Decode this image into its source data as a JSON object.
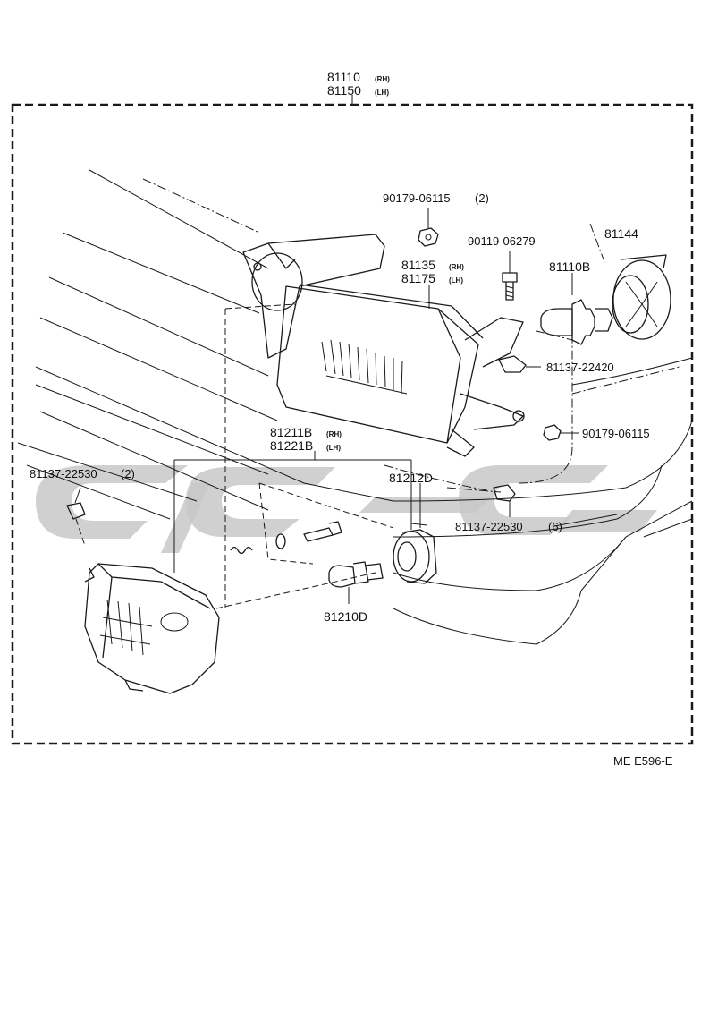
{
  "assembly": {
    "rh": "81110",
    "rh_suffix": "(RH)",
    "lh": "81150",
    "lh_suffix": "(LH)"
  },
  "parts": {
    "nut_upper": {
      "code": "90179-06115",
      "qty": "(2)"
    },
    "bolt": {
      "code": "90119-06279"
    },
    "socket_cover": {
      "code": "81144"
    },
    "housing": {
      "rh": "81135",
      "rh_suffix": "(RH)",
      "lh": "81175",
      "lh_suffix": "(LH)"
    },
    "bulb": {
      "code": "81110B"
    },
    "clip_right": {
      "code": "81137-22420"
    },
    "nut_right": {
      "code": "90179-06115"
    },
    "lens_clearance": {
      "rh": "81211B",
      "rh_suffix": "(RH)",
      "lh": "81221B",
      "lh_suffix": "(LH)"
    },
    "clip_left": {
      "code": "81137-22530",
      "qty": "(2)"
    },
    "socket": {
      "code": "81212D"
    },
    "clip_bottom": {
      "code": "81137-22530",
      "qty": "(6)"
    },
    "small_bulb": {
      "code": "81210D"
    }
  },
  "footer": {
    "ref": "ME E596-E"
  }
}
